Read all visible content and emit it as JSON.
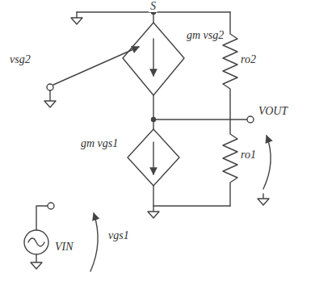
{
  "diagram": {
    "labels": [
      "S",
      "vsg2",
      "gm vsg2",
      "ro2",
      "VOUT",
      "gm vgs1",
      "ro1",
      "VIN",
      "vgs1"
    ]
  }
}
